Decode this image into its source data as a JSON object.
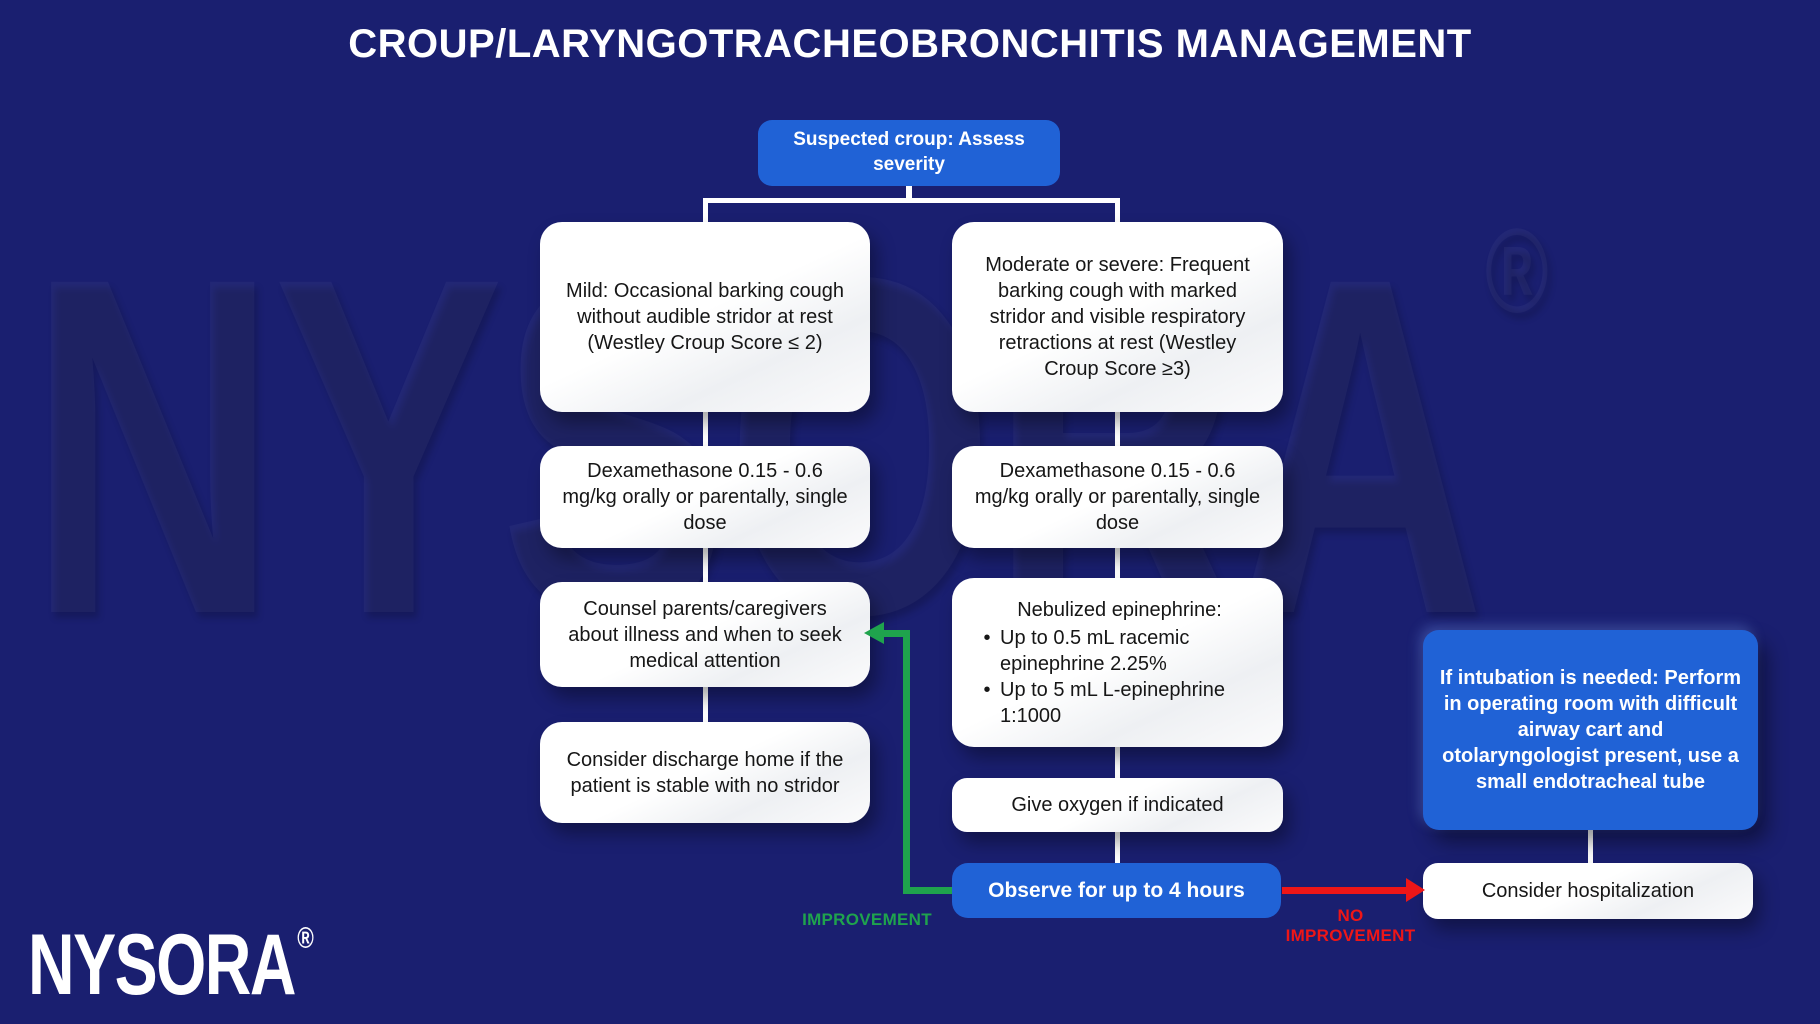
{
  "title": "CROUP/LARYNGOTRACHEOBRONCHITIS MANAGEMENT",
  "watermark": "NYSORA",
  "watermark_reg": "®",
  "logo": {
    "text": "NYSORA",
    "reg": "®"
  },
  "colors": {
    "background": "#1A1F70",
    "node_blue": "#2062D6",
    "node_white": "#FFFFFF",
    "text_dark": "#161616",
    "connector_white": "#FFFFFF",
    "improvement_green": "#1FA34D",
    "no_improvement_red": "#EE1617"
  },
  "flow": {
    "start": {
      "label": "Suspected croup: Assess severity"
    },
    "mild": {
      "assessment": "Mild: Occasional barking cough without audible stridor at rest (Westley Croup Score ≤ 2)",
      "dexamethasone": "Dexamethasone 0.15 - 0.6 mg/kg orally or parentally, single dose",
      "counsel": "Counsel parents/caregivers about illness and when to seek medical attention",
      "discharge": "Consider discharge home if the patient is stable with no stridor"
    },
    "moderate_severe": {
      "assessment": "Moderate or severe: Frequent barking cough with marked stridor and visible respiratory retractions at rest (Westley Croup Score ≥3)",
      "dexamethasone": "Dexamethasone 0.15 - 0.6 mg/kg orally or parentally, single dose",
      "nebulized": {
        "heading": "Nebulized epinephrine:",
        "bullet_glyph": "•",
        "bullets": [
          "Up to 0.5 mL racemic epinephrine 2.25%",
          "Up to 5 mL L-epinephrine 1:1000"
        ]
      },
      "oxygen": "Give oxygen if indicated",
      "observe": "Observe for up to 4 hours"
    },
    "intubation": "If intubation is needed: Perform in operating room with difficult airway cart and otolaryngologist present, use a small endotracheal tube",
    "hospitalization": "Consider hospitalization",
    "edges": {
      "improvement": "IMPROVEMENT",
      "no_improvement": "NO IMPROVEMENT"
    }
  }
}
